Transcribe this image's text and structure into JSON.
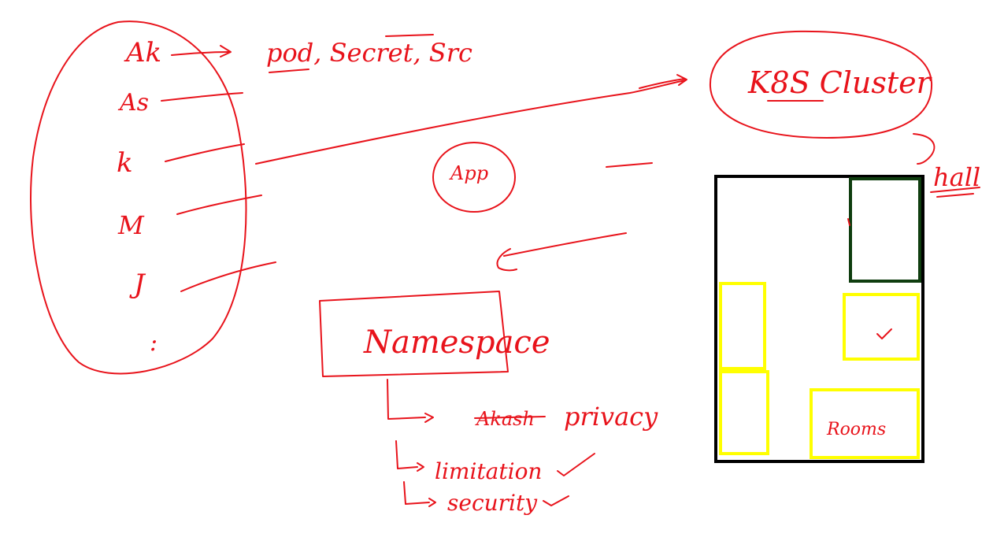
{
  "colors": {
    "ink": "#e8131b",
    "hall_outline": "#000000",
    "dark_room": "#0f3d0f",
    "yellow_room": "#ffff00"
  },
  "people": {
    "items": [
      "Ak",
      "As",
      "k",
      "M",
      "J",
      ":"
    ]
  },
  "notes": {
    "pod_secret_src": "pod, Secret, Src",
    "app": "App",
    "k8s_cluster": "K8S Cluster",
    "hall": "hall",
    "namespace": "Namespace",
    "privacy_struck": "Akash",
    "privacy": "privacy",
    "limitation": "limitation",
    "security": "security",
    "rooms": "Rooms"
  }
}
